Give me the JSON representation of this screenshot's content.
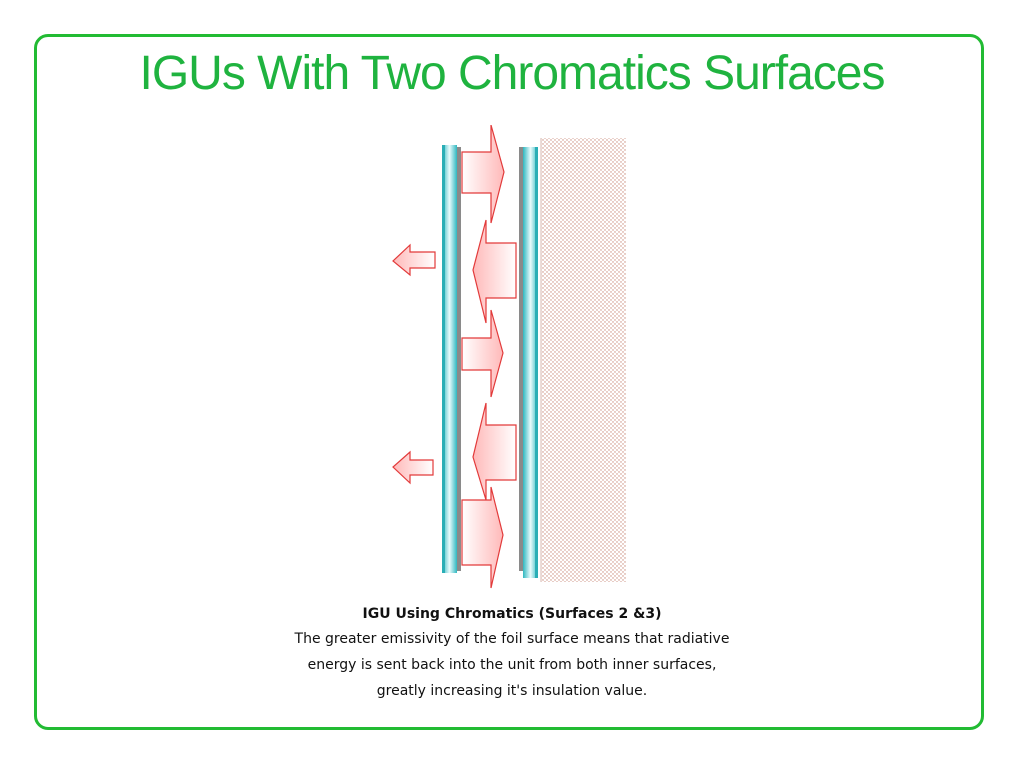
{
  "slide": {
    "title": "IGUs With Two Chromatics Surfaces"
  },
  "caption": {
    "heading": "IGU Using Chromatics (Surfaces 2 &3)",
    "lines": [
      "The greater emissivity of the foil surface means that radiative",
      "energy is sent back into the unit from both inner surfaces,",
      "greatly increasing it's insulation value."
    ]
  },
  "colors": {
    "frame": "#22bb33",
    "title": "#1fb33f",
    "glass": "#33c1c8",
    "arrow_stroke": "#e23a3a",
    "arrow_fill": "#ffd6d6",
    "stipple": "#c98a7a"
  }
}
